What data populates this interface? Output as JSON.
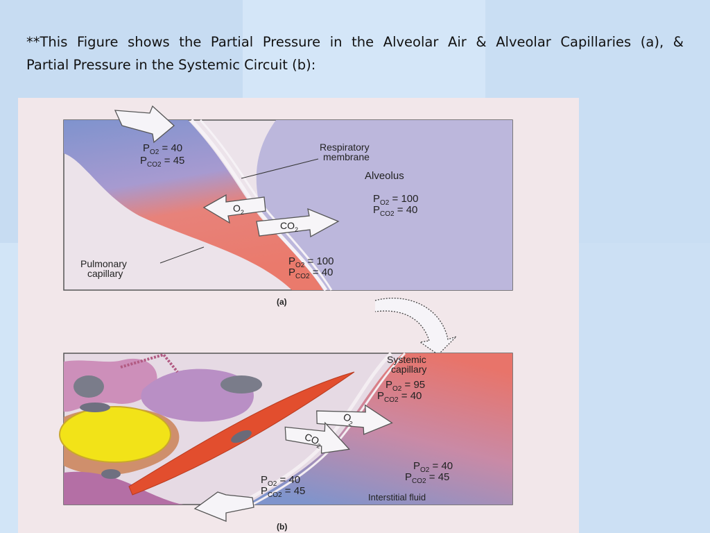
{
  "slide": {
    "caption_line1": "**This Figure shows the Partial Pressure in the Alveolar Air & Alveolar Capillaries (a), &",
    "caption_line2": "Partial Pressure in the Systemic Circuit (b):"
  },
  "panel_a": {
    "blood_in_po2": "40",
    "blood_in_pco2": "45",
    "alveolus_label": "Alveolus",
    "membrane_label_1": "Respiratory",
    "membrane_label_2": "membrane",
    "alveolus_po2": "100",
    "alveolus_pco2": "40",
    "o2_arrow": "O",
    "co2_arrow": "CO",
    "blood_out_po2": "100",
    "blood_out_pco2": "40",
    "capillary_label_1": "Pulmonary",
    "capillary_label_2": "capillary",
    "panel_label": "(a)"
  },
  "panel_b": {
    "capillary_label_1": "Systemic",
    "capillary_label_2": "capillary",
    "blood_in_po2": "95",
    "blood_in_pco2": "40",
    "o2_arrow": "O",
    "co2_arrow": "CO",
    "tissue_po2": "40",
    "tissue_pco2": "45",
    "blood_out_po2": "40",
    "blood_out_pco2": "45",
    "interstitial_label": "Interstitial fluid",
    "panel_label": "(b)"
  },
  "colors": {
    "background": "#cfe3f6",
    "deoxygenated_blood": "#7f93ce",
    "oxygenated_blood": "#ea7f72",
    "alveolus": "#bcb7dc",
    "muscle_cell": "#e24e2e",
    "fat_cell": "#f2e318"
  }
}
